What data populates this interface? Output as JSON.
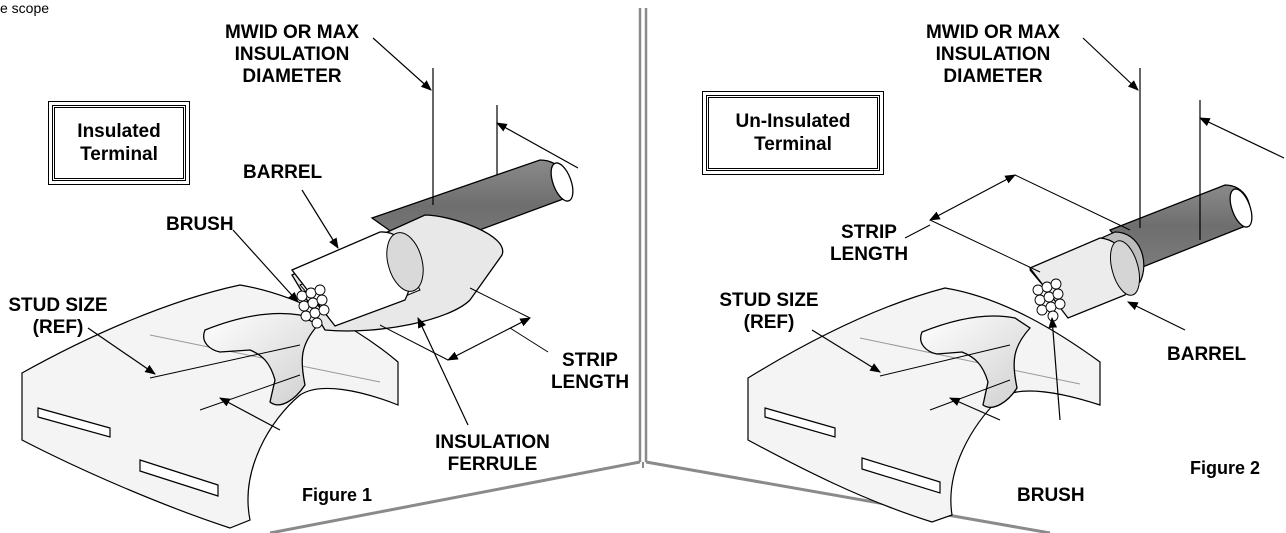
{
  "top_fragment": "e scope",
  "figure1": {
    "box_line1": "Insulated",
    "box_line2": "Terminal",
    "mwid_line1": "MWID OR MAX",
    "mwid_line2": "INSULATION",
    "mwid_line3": "DIAMETER",
    "barrel": "BARREL",
    "brush": "BRUSH",
    "stud_line1": "STUD SIZE",
    "stud_line2": "(REF)",
    "strip_line1": "STRIP",
    "strip_line2": "LENGTH",
    "ins_line1": "INSULATION",
    "ins_line2": "FERRULE",
    "caption": "Figure 1"
  },
  "figure2": {
    "box_line1": "Un-Insulated",
    "box_line2": "Terminal",
    "mwid_line1": "MWID OR MAX",
    "mwid_line2": "INSULATION",
    "mwid_line3": "DIAMETER",
    "strip_line1": "STRIP",
    "strip_line2": "LENGTH",
    "stud_line1": "STUD SIZE",
    "stud_line2": "(REF)",
    "barrel": "BARREL",
    "brush": "BRUSH",
    "caption": "Figure 2"
  }
}
